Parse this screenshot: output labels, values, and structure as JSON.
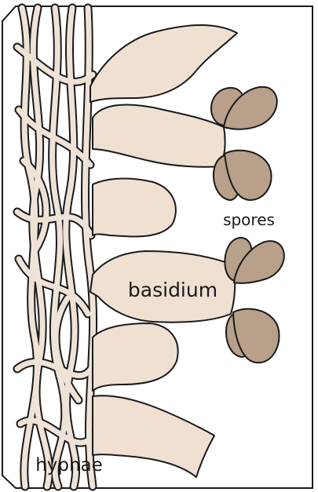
{
  "labels": {
    "spores": "spores",
    "basidium": "basidium",
    "hyphae": "hyphae"
  },
  "colors": {
    "hypha_fill": "#efe2d6",
    "hypha_stroke": "#1a1a1a",
    "basidium_fill": "#efe0d2",
    "spore_fill": "#b8a08a",
    "frame": "#1a1a1a",
    "background": "#ffffff"
  }
}
